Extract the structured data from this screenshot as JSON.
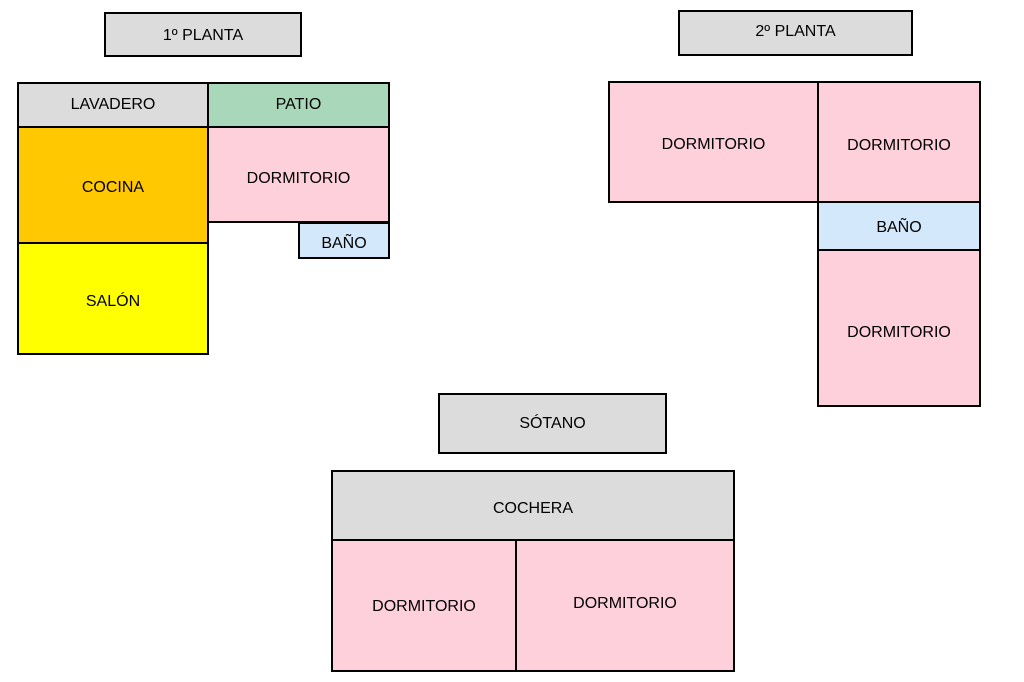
{
  "colors": {
    "gray": "#dcdcdc",
    "green": "#a8d8b9",
    "orange": "#ffc800",
    "yellow": "#ffff00",
    "pink": "#fdd0dc",
    "lightblue": "#d4e8fb",
    "border": "#000000"
  },
  "floors": {
    "first": {
      "title": "1º PLANTA",
      "rooms": {
        "lavadero": "LAVADERO",
        "patio": "PATIO",
        "cocina": "COCINA",
        "dormitorio": "DORMITORIO",
        "bano": "BAÑO",
        "salon": "SALÓN"
      }
    },
    "second": {
      "title": "2º PLANTA",
      "rooms": {
        "dormitorio_a": "DORMITORIO",
        "dormitorio_b": "DORMITORIO",
        "bano": "BAÑO",
        "dormitorio_c": "DORMITORIO"
      }
    },
    "basement": {
      "title": "SÓTANO",
      "rooms": {
        "cochera": "COCHERA",
        "dormitorio_a": "DORMITORIO",
        "dormitorio_b": "DORMITORIO"
      }
    }
  }
}
